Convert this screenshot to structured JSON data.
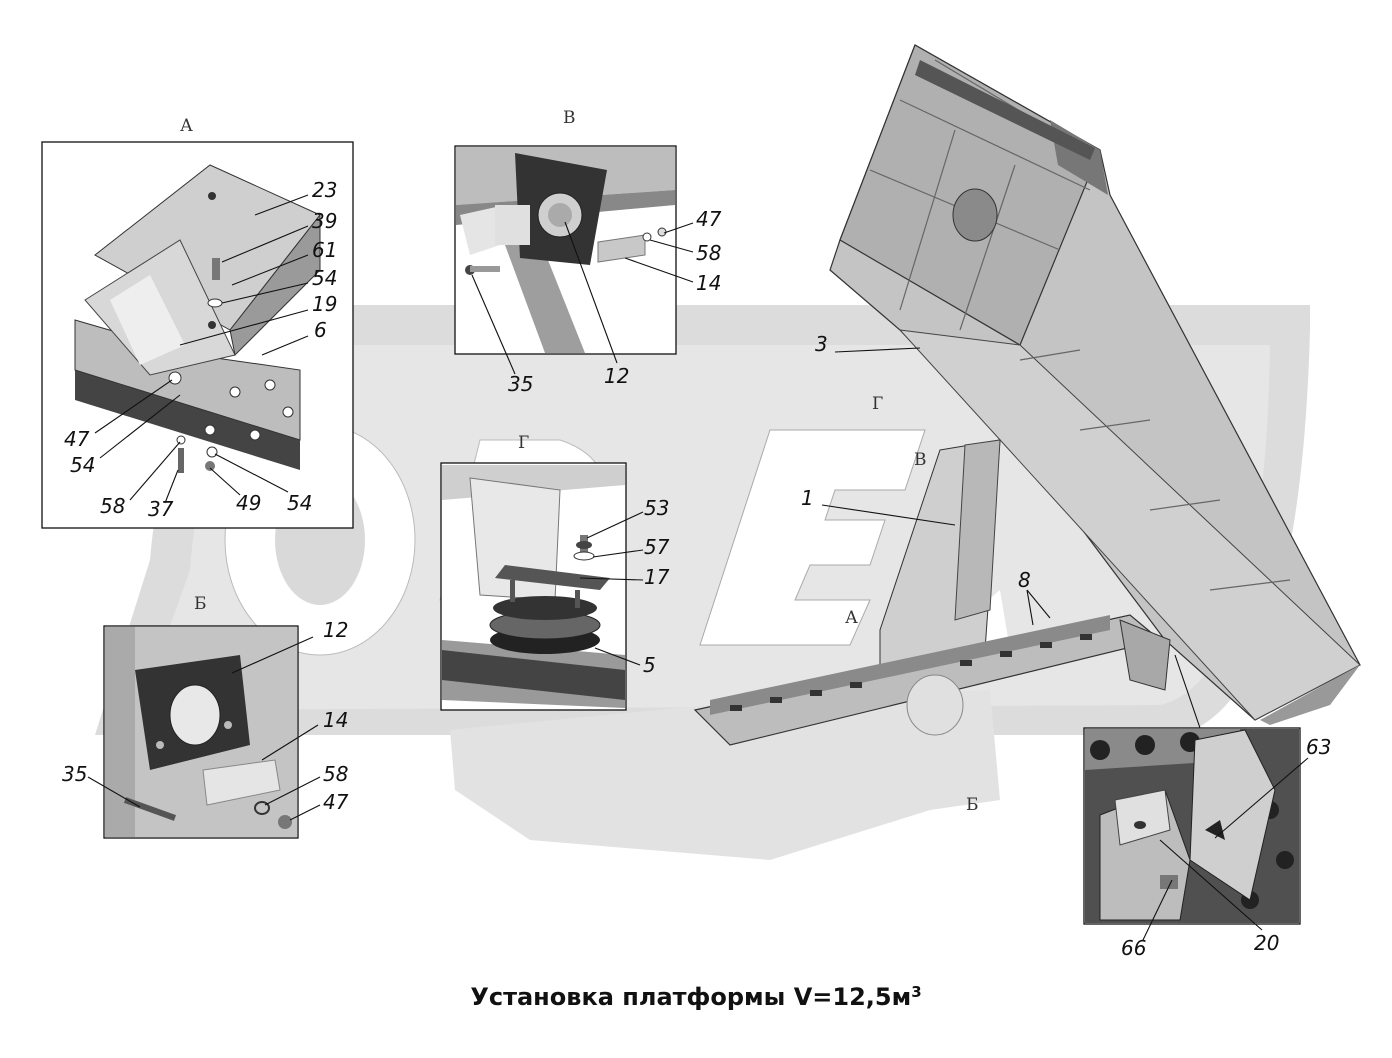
{
  "title": {
    "text": "Установка платформы V=12,5м",
    "superscript": "3"
  },
  "watermark": {
    "text": "ОРЕ",
    "color": "#d4d4d4"
  },
  "colors": {
    "part_fill": "#c8c8c8",
    "part_dark": "#555555",
    "frame_stroke": "#111111"
  },
  "views": {
    "a": {
      "letter": "А",
      "callouts": [
        "23",
        "39",
        "61",
        "54",
        "19",
        "6",
        "47",
        "54",
        "58",
        "37",
        "49",
        "54"
      ]
    },
    "v": {
      "letter": "В",
      "callouts": [
        "47",
        "58",
        "14",
        "12",
        "35"
      ]
    },
    "g": {
      "letter": "Г",
      "callouts": [
        "53",
        "57",
        "17",
        "5"
      ]
    },
    "b": {
      "letter": "Б",
      "callouts": [
        "12",
        "14",
        "35",
        "58",
        "47"
      ]
    },
    "detail": {
      "callouts": [
        "63",
        "20",
        "66"
      ]
    }
  },
  "main": {
    "callouts": [
      "3",
      "1",
      "8"
    ],
    "view_markers": [
      "Г",
      "В",
      "А",
      "Б"
    ]
  }
}
